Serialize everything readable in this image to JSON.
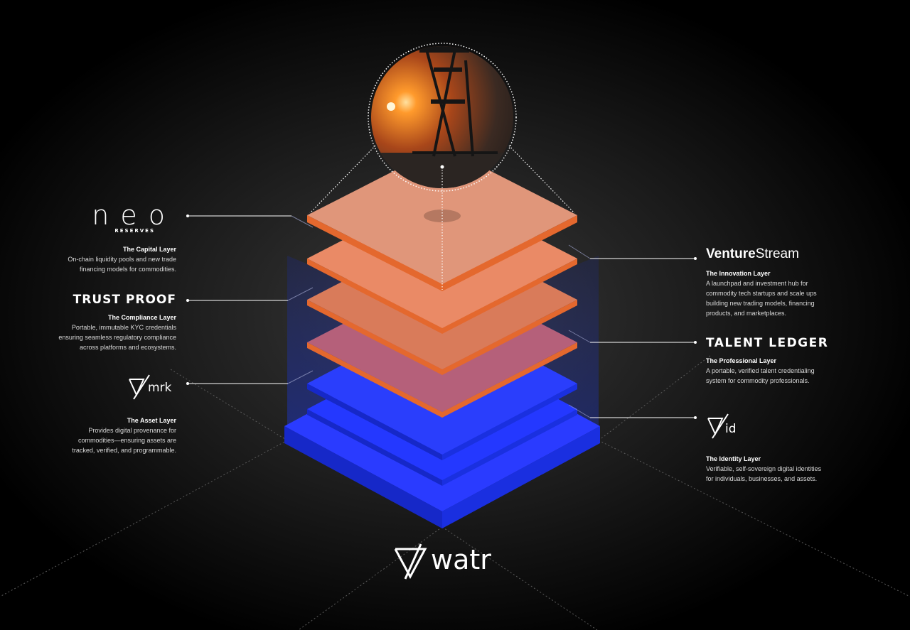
{
  "colors": {
    "accent_orange": "#e8875d",
    "accent_blue": "#2438ff",
    "background": "#000000"
  },
  "brands": {
    "neo": {
      "name": "neo",
      "sub": "RESERVES"
    },
    "trust_proof": {
      "name": "TRUST PROOF"
    },
    "mrk": {
      "name": "mrk"
    },
    "venture_stream": {
      "name_bold": "Venture",
      "name_light": "Stream"
    },
    "talent_ledger": {
      "name": "TALENT LEDGER"
    },
    "id": {
      "name": "id"
    },
    "watr": {
      "name": "watr"
    }
  },
  "layers": {
    "capital": {
      "title": "The Capital Layer",
      "desc_lines": [
        "On-chain liquidity pools and new trade",
        "financing models for commodities."
      ]
    },
    "compliance": {
      "title": "The Compliance Layer",
      "desc_lines": [
        "Portable, immutable KYC credentials",
        "ensuring seamless regulatory compliance",
        "across platforms and ecosystems."
      ]
    },
    "asset": {
      "title": "The Asset Layer",
      "desc_lines": [
        "Provides digital provenance for",
        "commodities—ensuring assets are",
        "tracked, verified, and programmable."
      ]
    },
    "innovation": {
      "title": "The Innovation Layer",
      "desc_lines": [
        "A launchpad and investment hub for",
        "commodity tech startups and scale ups",
        "building new trading models, financing",
        "products, and marketplaces."
      ]
    },
    "professional": {
      "title": "The Professional Layer",
      "desc_lines": [
        "A portable, verified talent credentialing",
        "system for commodity professionals."
      ]
    },
    "identity": {
      "title": "The Identity Layer",
      "desc_lines": [
        "Verifiable, self-sovereign digital identities",
        "for individuals, businesses, and assets."
      ]
    }
  }
}
